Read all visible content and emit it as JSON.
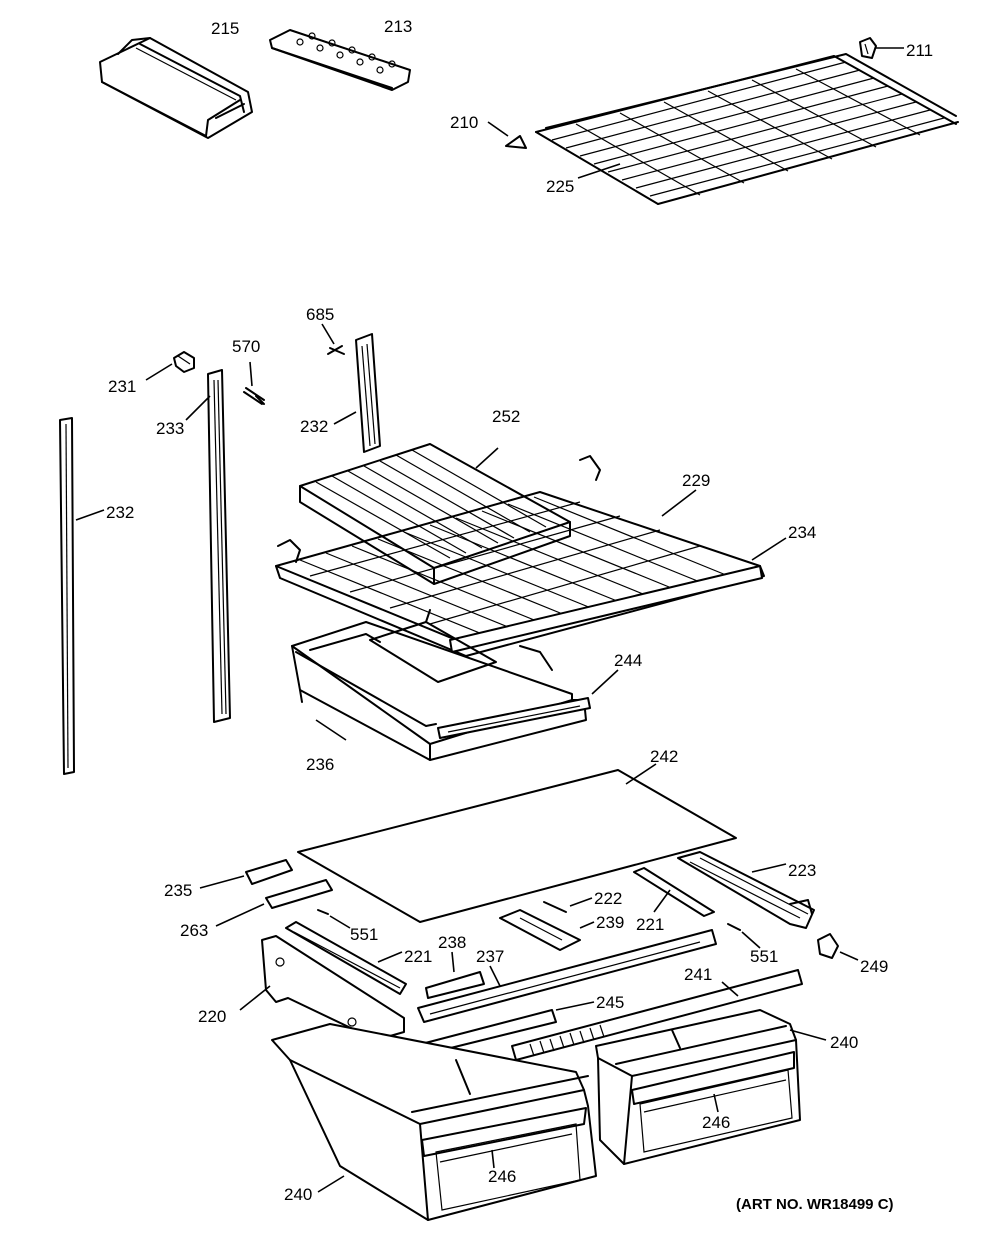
{
  "labels": {
    "p215": "215",
    "p213": "213",
    "p211": "211",
    "p210": "210",
    "p225": "225",
    "p685": "685",
    "p570": "570",
    "p231": "231",
    "p233": "233",
    "p232a": "232",
    "p232b": "232",
    "p252": "252",
    "p229": "229",
    "p234": "234",
    "p244": "244",
    "p236": "236",
    "p242": "242",
    "p223": "223",
    "p235": "235",
    "p222": "222",
    "p239": "239",
    "p221a": "221",
    "p263": "263",
    "p551a": "551",
    "p221b": "221",
    "p238": "238",
    "p237": "237",
    "p551b": "551",
    "p249": "249",
    "p241": "241",
    "p220": "220",
    "p245": "245",
    "p240a": "240",
    "p246a": "246",
    "p246b": "246",
    "p240b": "240"
  },
  "art_number": "(ART NO. WR18499 C)"
}
